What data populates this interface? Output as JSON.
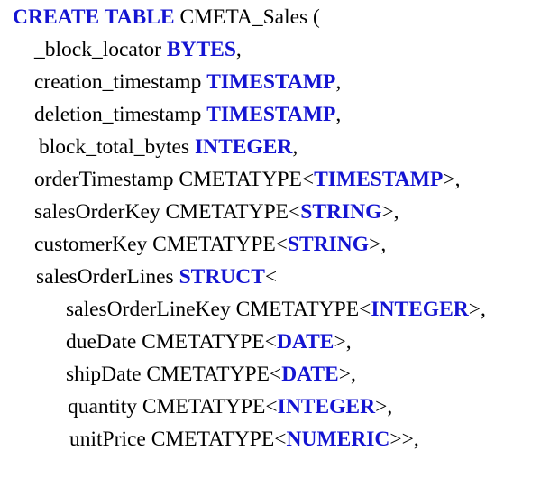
{
  "colors": {
    "keyword": "#1414d2",
    "text": "#000000",
    "background": "#ffffff"
  },
  "sql": {
    "header": {
      "keyword": "CREATE TABLE",
      "rest": " CMETA_Sales ("
    },
    "lines": [
      {
        "name": "_block_locator  ",
        "type": "BYTES",
        "suffix": ","
      },
      {
        "name": "creation_timestamp  ",
        "type": "TIMESTAMP",
        "suffix": ","
      },
      {
        "name": "deletion_timestamp  ",
        "type": "TIMESTAMP",
        "suffix": ","
      },
      {
        "name": "block_total_bytes   ",
        "type": "INTEGER",
        "suffix": ","
      },
      {
        "name": "orderTimestamp CMETATYPE<",
        "type": "TIMESTAMP",
        "suffix": ">,"
      },
      {
        "name": "salesOrderKey  CMETATYPE<",
        "type": "STRING",
        "suffix": ">,"
      },
      {
        "name": "customerKey CMETATYPE<",
        "type": "STRING",
        "suffix": ">,"
      },
      {
        "name": "salesOrderLines   ",
        "type": "STRUCT",
        "suffix": "<"
      },
      {
        "name": "salesOrderLineKey  CMETATYPE<",
        "type": "INTEGER",
        "suffix": ">,"
      },
      {
        "name": "dueDate CMETATYPE<",
        "type": "DATE",
        "suffix": ">,"
      },
      {
        "name": "shipDate  CMETATYPE<",
        "type": "DATE",
        "suffix": ">,"
      },
      {
        "name": "quantity  CMETATYPE<",
        "type": "INTEGER",
        "suffix": ">,"
      },
      {
        "name": "unitPrice   CMETATYPE<",
        "type": "NUMERIC",
        "suffix": ">>,"
      }
    ]
  }
}
